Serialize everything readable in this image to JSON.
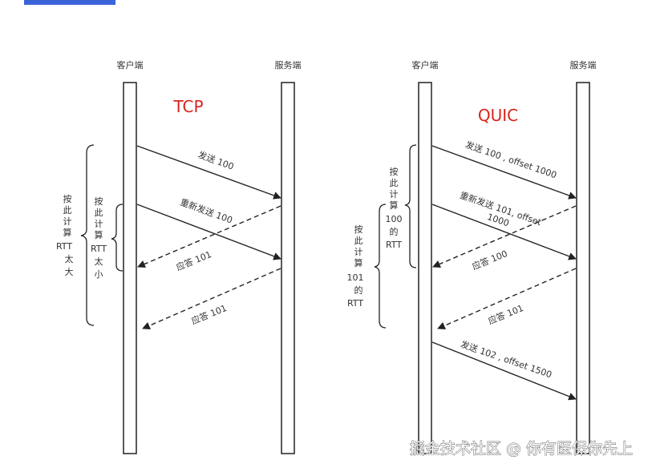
{
  "tcp": {
    "title": "TCP",
    "client": "客户端",
    "server": "服务端",
    "msg_send": "发送 100",
    "msg_resend": "重新发送 100",
    "msg_ack_a": "应答 101",
    "msg_ack_b": "应答 101",
    "note_outer": [
      "按",
      "此",
      "计",
      "算",
      "RTT",
      "太",
      "大"
    ],
    "note_inner": [
      "按",
      "此",
      "计",
      "算",
      "RTT",
      "太",
      "小"
    ]
  },
  "quic": {
    "title": "QUIC",
    "client": "客户端",
    "server": "服务端",
    "msg_send1": "发送 100 , offset 1000",
    "msg_resend_l1": "重新发送 101, offset",
    "msg_resend_l2": "1000",
    "msg_ack100": "应答 100",
    "msg_ack101": "应答 101",
    "msg_send2": "发送 102 , offset 1500",
    "note_a": [
      "按",
      "此",
      "计",
      "算",
      "100",
      "的",
      "RTT"
    ],
    "note_b": [
      "按",
      "此",
      "计",
      "算",
      "101",
      "的",
      "RTT"
    ]
  },
  "watermark": "掘金技术社区 @ 你有医保你先上",
  "colors": {
    "title": "#d9241b",
    "line": "#222222",
    "tab": "#3b63d9"
  }
}
